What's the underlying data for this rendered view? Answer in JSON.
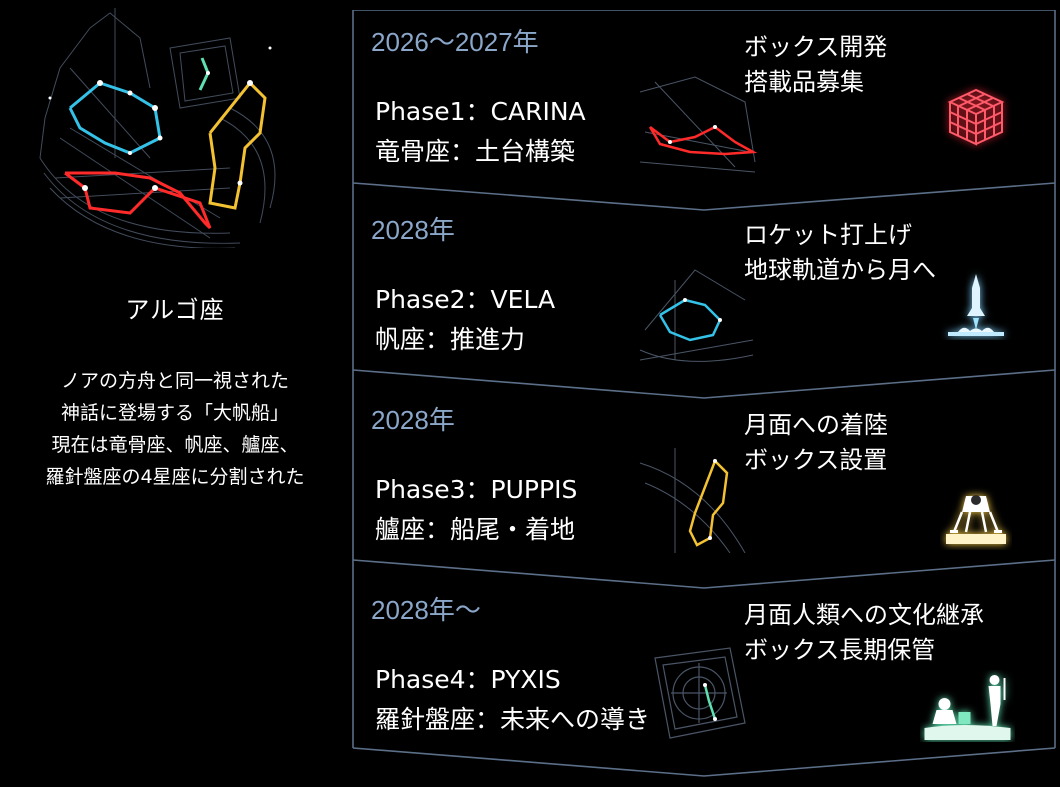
{
  "left": {
    "title": "アルゴ座",
    "description": [
      "ノアの方舟と同一視された",
      "神話に登場する「大帆船」",
      "現在は竜骨座、帆座、艫座、",
      "羅針盤座の4星座に分割された"
    ]
  },
  "phases": [
    {
      "year": "2026～2027年",
      "name": "Phase1：CARINA",
      "subtitle": "竜骨座：土台構築",
      "goal": [
        "ボックス開発",
        "搭載品募集"
      ],
      "icon": "cube-icon",
      "color": "#ff2a2a"
    },
    {
      "year": "2028年",
      "name": "Phase2：VELA",
      "subtitle": "帆座：推進力",
      "goal": [
        "ロケット打上げ",
        "地球軌道から月へ"
      ],
      "icon": "rocket-launch-icon",
      "color": "#35c2e8"
    },
    {
      "year": "2028年",
      "name": "Phase3：PUPPIS",
      "subtitle": "艫座：船尾・着地",
      "goal": [
        "月面への着陸",
        "ボックス設置"
      ],
      "icon": "lunar-lander-icon",
      "color": "#f2c233"
    },
    {
      "year": "2028年～",
      "name": "Phase4：PYXIS",
      "subtitle": "羅針盤座：未来への導き",
      "goal": [
        "月面人類への文化継承",
        "ボックス長期保管"
      ],
      "icon": "astronauts-icon",
      "color": "#5fe0b0"
    }
  ],
  "colors": {
    "frame": "#5b6f88",
    "year_text": "#8aa6c8",
    "background": "#000000"
  }
}
